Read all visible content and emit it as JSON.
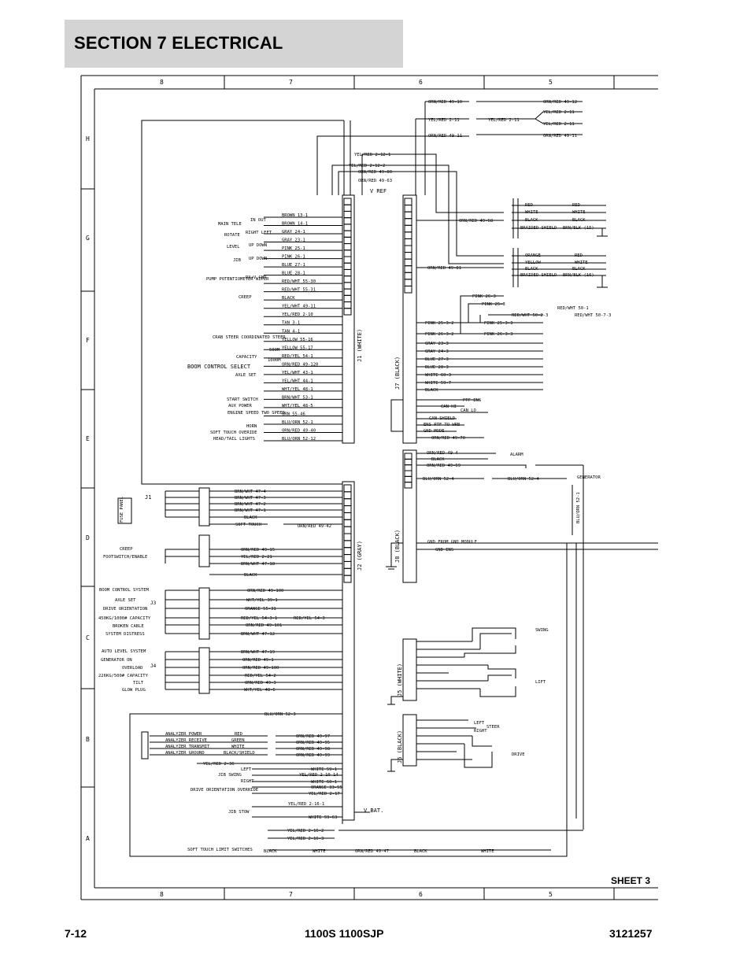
{
  "header": {
    "section_title": "SECTION 7   ELECTRICAL"
  },
  "frame": {
    "col_labels_top": [
      "8",
      "7",
      "6",
      "5"
    ],
    "col_labels_bottom": [
      "8",
      "7",
      "6",
      "5"
    ],
    "row_labels": [
      "H",
      "G",
      "F",
      "E",
      "D",
      "C",
      "B",
      "A"
    ]
  },
  "connectors": {
    "j1": {
      "label": "J1 (WHITE)",
      "top_label": "V REF"
    },
    "j7": {
      "label": "J7 (BLACK)"
    },
    "j2": {
      "label": "J2 (GRAY)"
    },
    "j8": {
      "label": "J8 (BLACK)"
    },
    "j5": {
      "label": "J5 (WHITE)"
    },
    "j6": {
      "label": "J6 (BLACK)"
    },
    "bottom_label": "V BAT."
  },
  "top_wires": [
    "ORN/RED 49-10",
    "YEL/RED 2-11",
    "ORN/RED 49-12",
    "ORN/RED 49-12",
    "YEL/RED 2-11",
    "YEL/RED 2-11",
    "ORN/RED 49-11",
    "YEL/RED 2-12-1",
    "YEL/RED 2-12-2",
    "ORN/RED 49-80",
    "ORN/RED 49-63"
  ],
  "left_functions": [
    "MAIN TELE",
    "ROTATE",
    "LEVEL",
    "JIB",
    "PUMP POTENTIOMETER WIPER",
    "CREEP",
    "CRAB STEER COORDINATED STEER",
    "CAPACITY",
    "BOOM CONTROL SELECT",
    "AXLE SET",
    "START SWITCH",
    "AUX POWER",
    "ENGINE SPEED TWO SPEED",
    "HORN",
    "SOFT TOUCH OVERIDE",
    "HEAD/TAIL LIGHTS"
  ],
  "j1_wires": [
    "BROWN 13-1",
    "BROWN 14-1",
    "GRAY 24-1",
    "GRAY 23-1",
    "PINK 25-1",
    "PINK 26-1",
    "BLUE 27-1",
    "BLUE 28-1",
    "RED/WHT 55-30",
    "RED/WHT 55-31",
    "BLACK",
    "YEL/WHT 49-11",
    "YEL/RED 2-10",
    "TAN 3-1",
    "TAN 4-1",
    "YELLOW 55-16",
    "YELLOW 55-17",
    "RED/YEL 54-1",
    "ORN/RED 49-120",
    "YEL/WHT 43-1",
    "YEL/WHT 44-1",
    "WHT/YEL 48-1",
    "BRN/WHT 53-1",
    "WHT/YEL 48-5",
    "ORN 55-46",
    "BLU/ORN 52-1",
    "ORN/RED 49-40",
    "BLU/ORN 52-12"
  ],
  "right_top_wires": [
    "RED",
    "WHITE",
    "BLACK",
    "BRAIDED SHIELD",
    "BRN/BLK (15)",
    "ORANGE",
    "YELLOW",
    "BLACK",
    "BRAIDED SHIELD",
    "RED",
    "WHITE",
    "BLACK",
    "BRN/BLK (16)",
    "ORN/RED 49-68",
    "ORN/RED 49-81"
  ],
  "j7_wires": [
    "PINK 26-3",
    "PINK 25-3",
    "RED/WHT 50-1",
    "RED/WHT 50-2-3",
    "RED/WHT 50-7-3",
    "PINK 25-3-2",
    "PINK 26-3-2",
    "PINK 25-3-3",
    "PINK 26-3-3",
    "GRAY 23-3",
    "GRAY 24-3",
    "BLUE 27-3",
    "BLUE 28-3",
    "WHITE 60-3",
    "WHITE 59-7",
    "BLACK",
    "PTF ENS",
    "CAN HI",
    "CAN LO",
    "CAN SHIELD",
    "ENS PTF TO WRB",
    "GND MODE",
    "ORN/RED 49-70",
    "ORN/RED 49-4",
    "BLACK",
    "ORN/RED 49-69",
    "BLU/ORN 52-4",
    "BLU/ORN 52-4",
    "BLU/ORN 52-1"
  ],
  "misc_labels": [
    "ALARM",
    "GENERATOR",
    "500M",
    "1000M",
    "IN OUT",
    "RIGHT LEFT",
    "UP DOWN",
    "UP DOWN",
    "RX+V GND"
  ],
  "left_block": {
    "j1_label": "J1",
    "fuse_label": "FUSE PANEL",
    "j1_wires": [
      "BRN/WHT 47-4",
      "BRN/WHT 47-3",
      "BRN/WHT 47-2",
      "BRN/WHT 47-1",
      "BLACK",
      "SOFT TOUCH",
      "ORN/RED 49-42"
    ],
    "creep_labels": [
      "CREEP",
      "FOOTSWITCH/ENABLE"
    ],
    "j2_wires": [
      "ORN/RED 49-15",
      "YEL/RED 2-21",
      "BRN/WHT 47-18",
      "BLACK"
    ],
    "j3_label": "J3",
    "j3_functions": [
      "BOOM CONTROL SYSTEM",
      "AXLE SET",
      "DRIVE ORIENTATION",
      "450KG/1000# CAPACITY",
      "BROKEN CABLE",
      "SYSTEM DISTRESS"
    ],
    "j3_wires": [
      "ORN/RED 49-100",
      "WHT/YEL 39-1",
      "ORANGE 55-31",
      "RED/YEL 54-3-1",
      "RED/YEL 54-3",
      "ORN/RED 49-101",
      "BRN/WHT 47-12"
    ],
    "j4_label": "J4",
    "j4_functions": [
      "AUTO LEVEL SYSTEM",
      "GENERATOR ON",
      "OVERLOAD",
      "226KG/500# CAPACITY",
      "TILT",
      "GLOW PLUG"
    ],
    "j4_wires": [
      "BRN/WHT 47-19",
      "ORN/RED 49-1",
      "ORN/RED 49-100",
      "RED/YEL 54-2",
      "ORN/RED 49-3",
      "WHT/YEL 48-6"
    ]
  },
  "j8_wires": [
    "GND FROM GND MODULE",
    "GND ENS"
  ],
  "j5_labels": [
    "SWING",
    "LIFT"
  ],
  "j6_labels": [
    "LEFT",
    "RIGHT",
    "STEER",
    "DRIVE"
  ],
  "bottom_block": {
    "wire_top": "BLU/ORN 52-3",
    "analyzer": [
      "ANALYZER POWER",
      "ANALYZER RECEIVE",
      "ANALYZER TRANSMIT",
      "ANALYZER GROUND"
    ],
    "analyzer_wires": [
      "RED",
      "GREEN",
      "WHITE",
      "BLACK/SHIELD"
    ],
    "analyzer_right": [
      "ORN/RED 49-97",
      "ORN/RED 49-95",
      "ORN/RED 49-98",
      "ORN/RED 49-99"
    ],
    "jib_swing": [
      "YEL/RED 2-36",
      "LEFT",
      "JIB SWING",
      "RIGHT"
    ],
    "jib_swing_wires": [
      "WHITE 59-1",
      "YEL/RED 2-10-14",
      "WHITE 60-1",
      "ORANGE 33-55",
      "YEL/RED 2-17"
    ],
    "drive_override": "DRIVE ORIENTATION OVERRIDE",
    "jib_stow": "JIB STOW",
    "jib_stow_wires": [
      "YEL/RED 2-16-1",
      "WHITE 59-63"
    ],
    "limit": "SOFT TOUCH LIMIT SWITCHES",
    "limit_wires": [
      "YEL/RED 2-16-2",
      "YEL/RED 2-16-3",
      "BLACK",
      "WHITE",
      "ORN/RED 49-47",
      "BLACK",
      "WHITE"
    ]
  },
  "sheet_label": "SHEET 3",
  "footer": {
    "page": "7-12",
    "model": "1100S 1100SJP",
    "doc_number": "3121257"
  }
}
